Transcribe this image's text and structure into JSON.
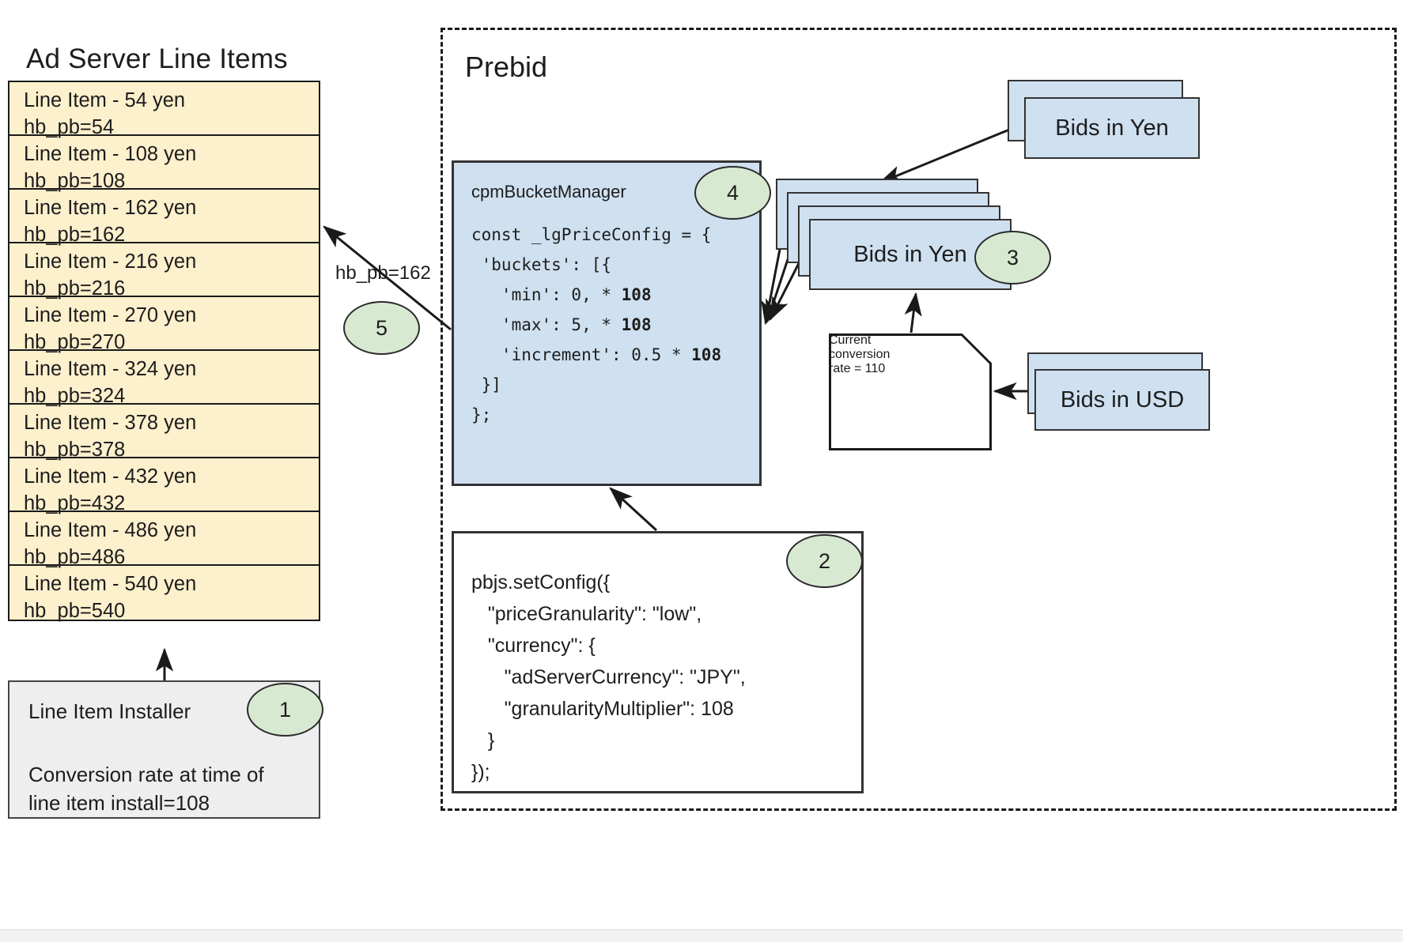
{
  "left_panel": {
    "title": "Ad Server Line Items",
    "line_items": [
      {
        "name": "Line Item - 54 yen",
        "key": "hb_pb=54"
      },
      {
        "name": "Line Item - 108 yen",
        "key": "hb_pb=108"
      },
      {
        "name": "Line Item - 162 yen",
        "key": "hb_pb=162"
      },
      {
        "name": "Line Item - 216 yen",
        "key": "hb_pb=216"
      },
      {
        "name": "Line Item - 270 yen",
        "key": "hb_pb=270"
      },
      {
        "name": "Line Item - 324 yen",
        "key": "hb_pb=324"
      },
      {
        "name": "Line Item - 378 yen",
        "key": "hb_pb=378"
      },
      {
        "name": "Line Item - 432 yen",
        "key": "hb_pb=432"
      },
      {
        "name": "Line Item - 486 yen",
        "key": "hb_pb=486"
      },
      {
        "name": "Line Item - 540 yen",
        "key": "hb_pb=540"
      }
    ],
    "installer": {
      "title": "Line Item Installer",
      "note_line1": "Conversion rate at time of",
      "note_line2": "line item install=108"
    }
  },
  "prebid": {
    "title": "Prebid",
    "cpm_bucket_manager": {
      "title": "cpmBucketManager",
      "code_line1": "const _lgPriceConfig = {",
      "code_line2": " 'buckets': [{",
      "code_line3_pre": "   'min': 0, * ",
      "code_line3_bold": "108",
      "code_line4_pre": "   'max': 5, * ",
      "code_line4_bold": "108",
      "code_line5_pre": "   'increment': 0.5 * ",
      "code_line5_bold": "108",
      "code_line6": " }]",
      "code_line7": "};"
    },
    "set_config": {
      "line1": "pbjs.setConfig({",
      "line2": "   \"priceGranularity\": \"low\",",
      "line3": "   \"currency\": {",
      "line4": "      \"adServerCurrency\": \"JPY\",",
      "line5": "      \"granularityMultiplier\": 108",
      "line6": "   }",
      "line7": "});"
    },
    "bids_yen_incoming": "Bids in Yen",
    "bids_yen_stack": "Bids in Yen",
    "bids_usd": "Bids in USD",
    "conversion_note": {
      "line1": "Current",
      "line2": "conversion",
      "line3": "rate = 110"
    }
  },
  "edges": {
    "hb_pb_label": "hb_pb=162"
  },
  "steps": {
    "one": "1",
    "two": "2",
    "three": "3",
    "four": "4",
    "five": "5"
  },
  "colors": {
    "line_item_fill": "#fdf0cd",
    "blue_card_fill": "#cfe0f0",
    "step_fill": "#d8e9d2",
    "installer_fill": "#eeeeee",
    "stroke": "#1a1a1a"
  }
}
